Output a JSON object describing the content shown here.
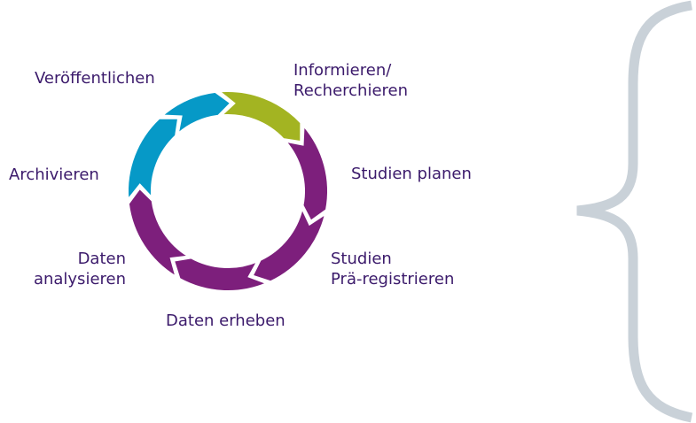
{
  "diagram": {
    "stages": [
      {
        "id": "informieren",
        "lines": [
          "Informieren/",
          "Recherchieren"
        ],
        "color": "#a3b422"
      },
      {
        "id": "studien-planen",
        "lines": [
          "Studien planen"
        ],
        "color": "#7d1f7c"
      },
      {
        "id": "studien-praeregistrieren",
        "lines": [
          "Studien",
          "Prä-registrieren"
        ],
        "color": "#7d1f7c"
      },
      {
        "id": "daten-erheben",
        "lines": [
          "Daten erheben"
        ],
        "color": "#7d1f7c"
      },
      {
        "id": "daten-analysieren",
        "lines": [
          "Daten",
          "analysieren"
        ],
        "color": "#7d1f7c"
      },
      {
        "id": "archivieren",
        "lines": [
          "Archivieren"
        ],
        "color": "#0699c7"
      },
      {
        "id": "veroeffentlichen",
        "lines": [
          "Veröffentlichen"
        ],
        "color": "#0699c7"
      }
    ],
    "colors": {
      "label_text": "#3b1a6b",
      "bracket": "#c9d1d8"
    },
    "bracket": "{"
  }
}
